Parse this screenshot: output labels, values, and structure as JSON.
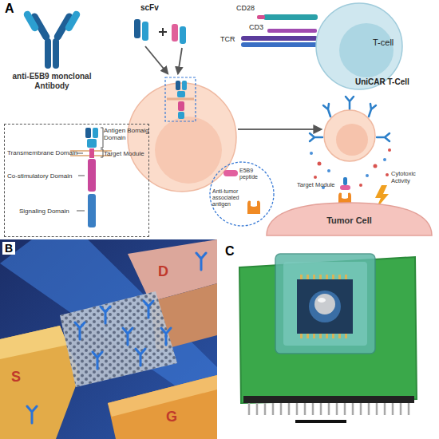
{
  "diagram": {
    "nodes": [
      {
        "text": [
          "T-cell"
        ]
      },
      {
        "text": [
          "UniCAR T-Cell"
        ]
      },
      {
        "text": [
          "Antigen Bomaig Domain",
          "Target Module",
          "Transmembrane Domain",
          "Co-stimulatory Domain",
          "Signaling Domain"
        ]
      },
      {
        "text": [
          "E5B9 peptide",
          "Anti-tumor associated antigen"
        ]
      },
      {
        "text": [
          "Tumor Cell"
        ]
      }
    ],
    "labels": [
      "A",
      "anti-E5B9 monclonal Antibody",
      "scFv",
      "CD28",
      "TCR",
      "CD3",
      "Target Module",
      "Cytotoxic Activity",
      "B",
      "D",
      "S",
      "G",
      "C"
    ]
  }
}
